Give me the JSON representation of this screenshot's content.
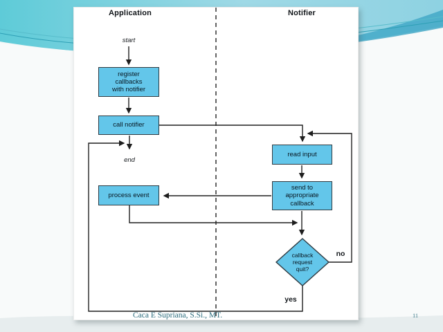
{
  "slide": {
    "footer_credit": "Caca E Supriana, S.Si., MT.",
    "page_number": "11"
  },
  "diagram": {
    "columns": [
      {
        "label": "Application"
      },
      {
        "label": "Notifier"
      }
    ],
    "labels": {
      "start": "start",
      "end": "end",
      "yes": "yes",
      "no": "no"
    },
    "nodes": {
      "register": "register\ncallbacks\nwith notifier",
      "call_notifier": "call notifier",
      "read_input": "read input",
      "send_to_callback": "send to\nappropriate\ncallback",
      "process_event": "process event",
      "quit_decision": "callback\nrequest\nquit?"
    },
    "colors": {
      "node_fill": "#63c6ea",
      "node_border": "#2f3a41",
      "connector_line": "#1e1e1e",
      "divider_dash": "#3d3d3d",
      "wave_accent": "#2d9fb5",
      "footer_text": "#2a6b7c"
    }
  }
}
